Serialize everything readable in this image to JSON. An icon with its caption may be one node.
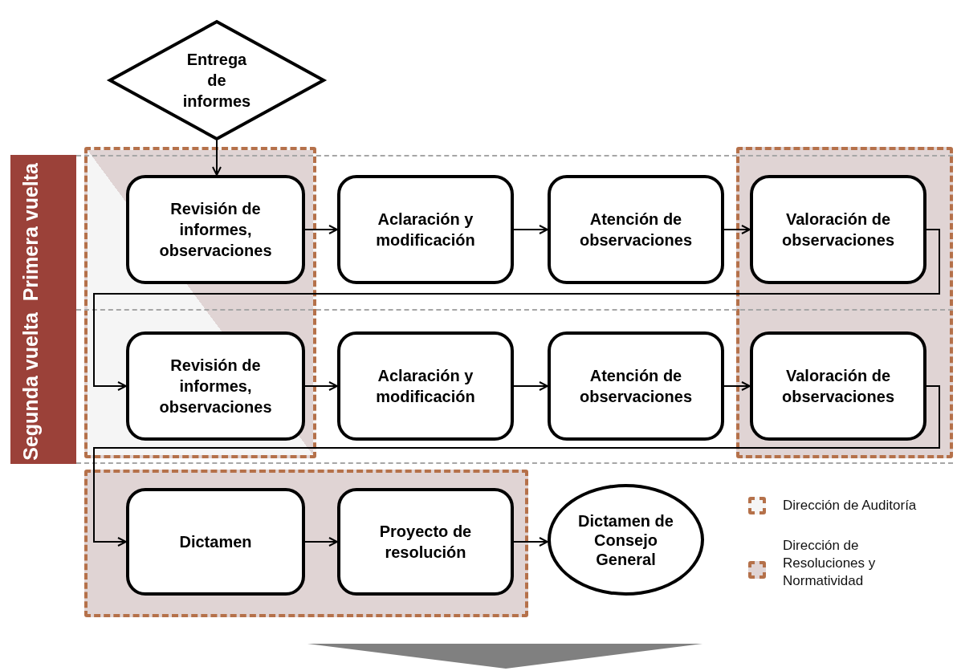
{
  "diagram": {
    "nodes": [
      {
        "text": [
          "Entrega de informes"
        ]
      },
      {
        "text": [
          "Primera vuelta"
        ]
      },
      {
        "text": [
          "Segunda vuelta"
        ]
      },
      {
        "text": [
          "Revisión de informes, observaciones"
        ]
      },
      {
        "text": [
          "Aclaración y modificación"
        ]
      },
      {
        "text": [
          "Atención de observaciones"
        ]
      },
      {
        "text": [
          "Valoración de observaciones"
        ]
      },
      {
        "text": [
          "Revisión de informes, observaciones"
        ]
      },
      {
        "text": [
          "Aclaración y modificación"
        ]
      },
      {
        "text": [
          "Atención de observaciones"
        ]
      },
      {
        "text": [
          "Valoración de observaciones"
        ]
      },
      {
        "text": [
          "Dictamen"
        ]
      },
      {
        "text": [
          "Proyecto de resolución"
        ]
      },
      {
        "text": [
          "Dictamen de Consejo General"
        ]
      }
    ],
    "edges": [
      {
        "from": 0,
        "to": 3,
        "arrow": "to"
      },
      {
        "from": 3,
        "to": 4,
        "arrow": "to"
      },
      {
        "from": 4,
        "to": 5,
        "arrow": "to"
      },
      {
        "from": 5,
        "to": 6,
        "arrow": "to"
      },
      {
        "from": 6,
        "to": 7,
        "arrow": "to"
      },
      {
        "from": 7,
        "to": 8,
        "arrow": "to"
      },
      {
        "from": 8,
        "to": 9,
        "arrow": "to"
      },
      {
        "from": 9,
        "to": 10,
        "arrow": "to"
      },
      {
        "from": 10,
        "to": 11,
        "arrow": "to"
      },
      {
        "from": 11,
        "to": 12,
        "arrow": "to"
      },
      {
        "from": 12,
        "to": 13,
        "arrow": "to"
      }
    ],
    "legend": [
      {
        "text": "Dirección de Auditoría",
        "color": "#f5f5f5"
      },
      {
        "text": "Dirección de Resoluciones y Normatividad",
        "color": "#e0d4d4"
      }
    ]
  }
}
